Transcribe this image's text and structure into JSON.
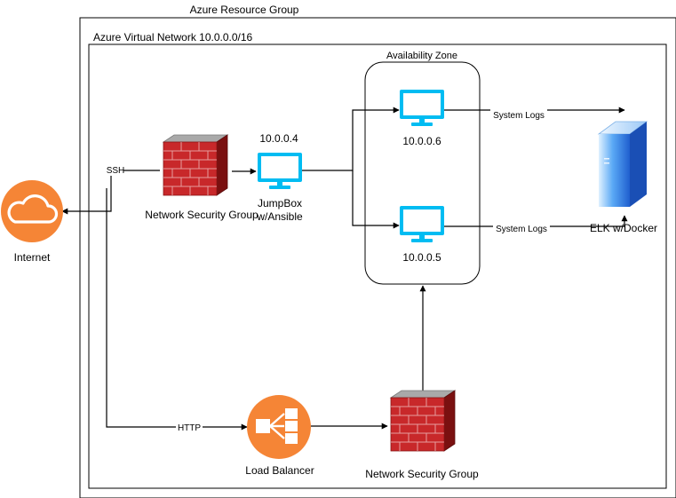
{
  "containers": {
    "resource_group": "Azure Resource Group",
    "virtual_network": "Azure Virtual Network 10.0.0.0/16",
    "availability_zone": "Availability Zone"
  },
  "nodes": {
    "internet": {
      "label": "Internet",
      "icon": "cloud-icon",
      "color": "#f58536"
    },
    "nsg_top": {
      "label": "Network Security Group",
      "icon": "firewall-icon"
    },
    "jumpbox": {
      "ip": "10.0.0.4",
      "label_line1": "JumpBox",
      "label_line2": "w/Ansible",
      "icon": "monitor-icon",
      "color": "#00bcf2"
    },
    "vm_1": {
      "ip": "10.0.0.6",
      "icon": "monitor-icon",
      "color": "#00bcf2"
    },
    "vm_2": {
      "ip": "10.0.0.5",
      "icon": "monitor-icon",
      "color": "#00bcf2"
    },
    "elk": {
      "label": "ELK w/Docker",
      "icon": "server-icon",
      "color": "#3f7fe0"
    },
    "load_balancer": {
      "label": "Load Balancer",
      "icon": "load-balancer-icon",
      "color": "#f58536"
    },
    "nsg_bottom": {
      "label": "Network Security Group",
      "icon": "firewall-icon"
    }
  },
  "edges": {
    "ssh": "SSH",
    "http": "HTTP",
    "logs_1": "System Logs",
    "logs_2": "System Logs"
  }
}
